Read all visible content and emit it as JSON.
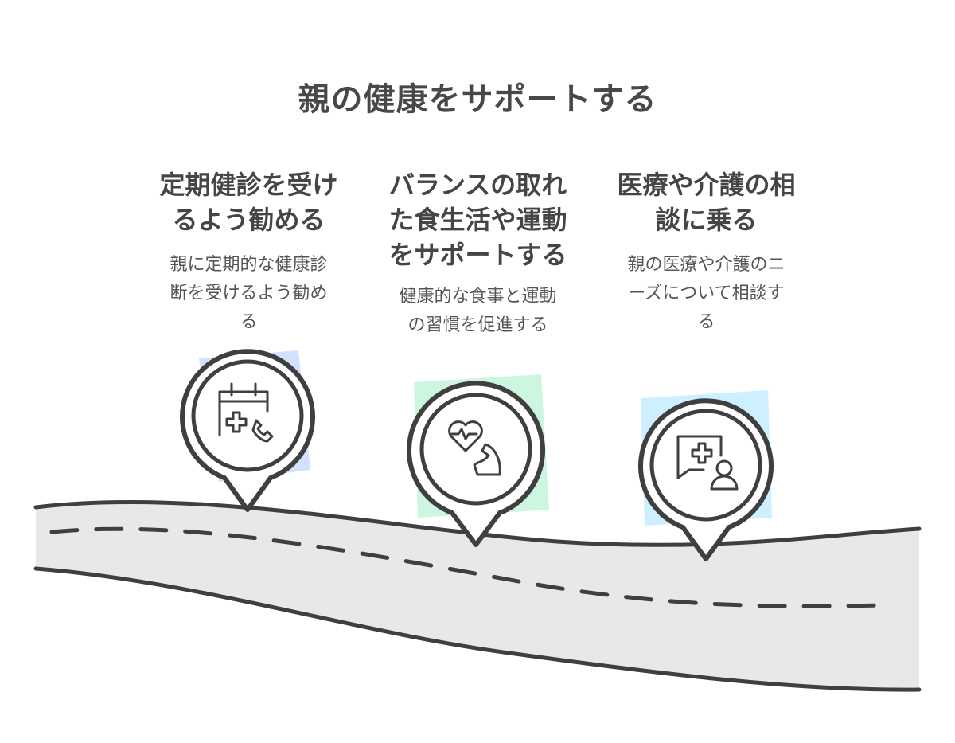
{
  "title": "親の健康をサポートする",
  "steps": [
    {
      "title_line1": "定期健診を受け",
      "title_line2": "るよう勧める",
      "desc_line1": "親に定期的な健康診",
      "desc_line2": "断を受けるよう勧め",
      "desc_line3": "る",
      "icon": "calendar-medical-phone-icon",
      "accent": "#c9dcff"
    },
    {
      "title_line1": "バランスの取れ",
      "title_line2": "た食生活や運動",
      "title_line3": "をサポートする",
      "desc_line1": "健康的な食事と運動",
      "desc_line2": "の習慣を促進する",
      "icon": "heart-muscle-icon",
      "accent": "#c4f5dc"
    },
    {
      "title_line1": "医療や介護の相",
      "title_line2": "談に乗る",
      "desc_line1": "親の医療や介護のニ",
      "desc_line2": "ーズについて相談す",
      "desc_line3": "る",
      "icon": "medical-consult-icon",
      "accent": "#c6ecff"
    }
  ],
  "colors": {
    "road": "#e8e8e8",
    "stroke": "#3f3f3f",
    "text": "#454545"
  }
}
